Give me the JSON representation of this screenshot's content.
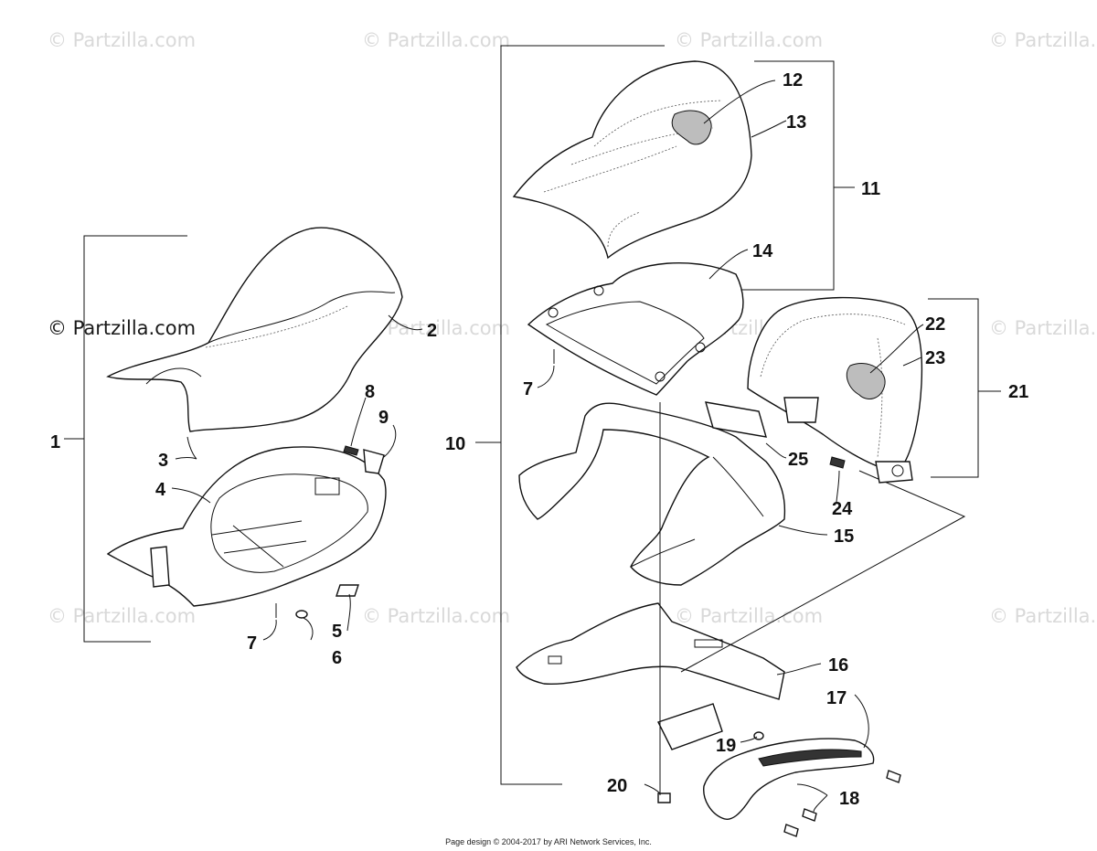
{
  "watermark": {
    "text": "© Partzilla.com",
    "highlight_text": "© Partzilla.com"
  },
  "labels": {
    "p1": "1",
    "p2": "2",
    "p3": "3",
    "p4": "4",
    "p5": "5",
    "p6": "6",
    "p7a": "7",
    "p7b": "7",
    "p8": "8",
    "p9": "9",
    "p10": "10",
    "p11": "11",
    "p12": "12",
    "p13": "13",
    "p14": "14",
    "p15": "15",
    "p16": "16",
    "p17": "17",
    "p18": "18",
    "p19": "19",
    "p20": "20",
    "p21": "21",
    "p22": "22",
    "p23": "23",
    "p24": "24",
    "p25": "25"
  },
  "footer": "Page design © 2004-2017 by ARI Network Services, Inc."
}
